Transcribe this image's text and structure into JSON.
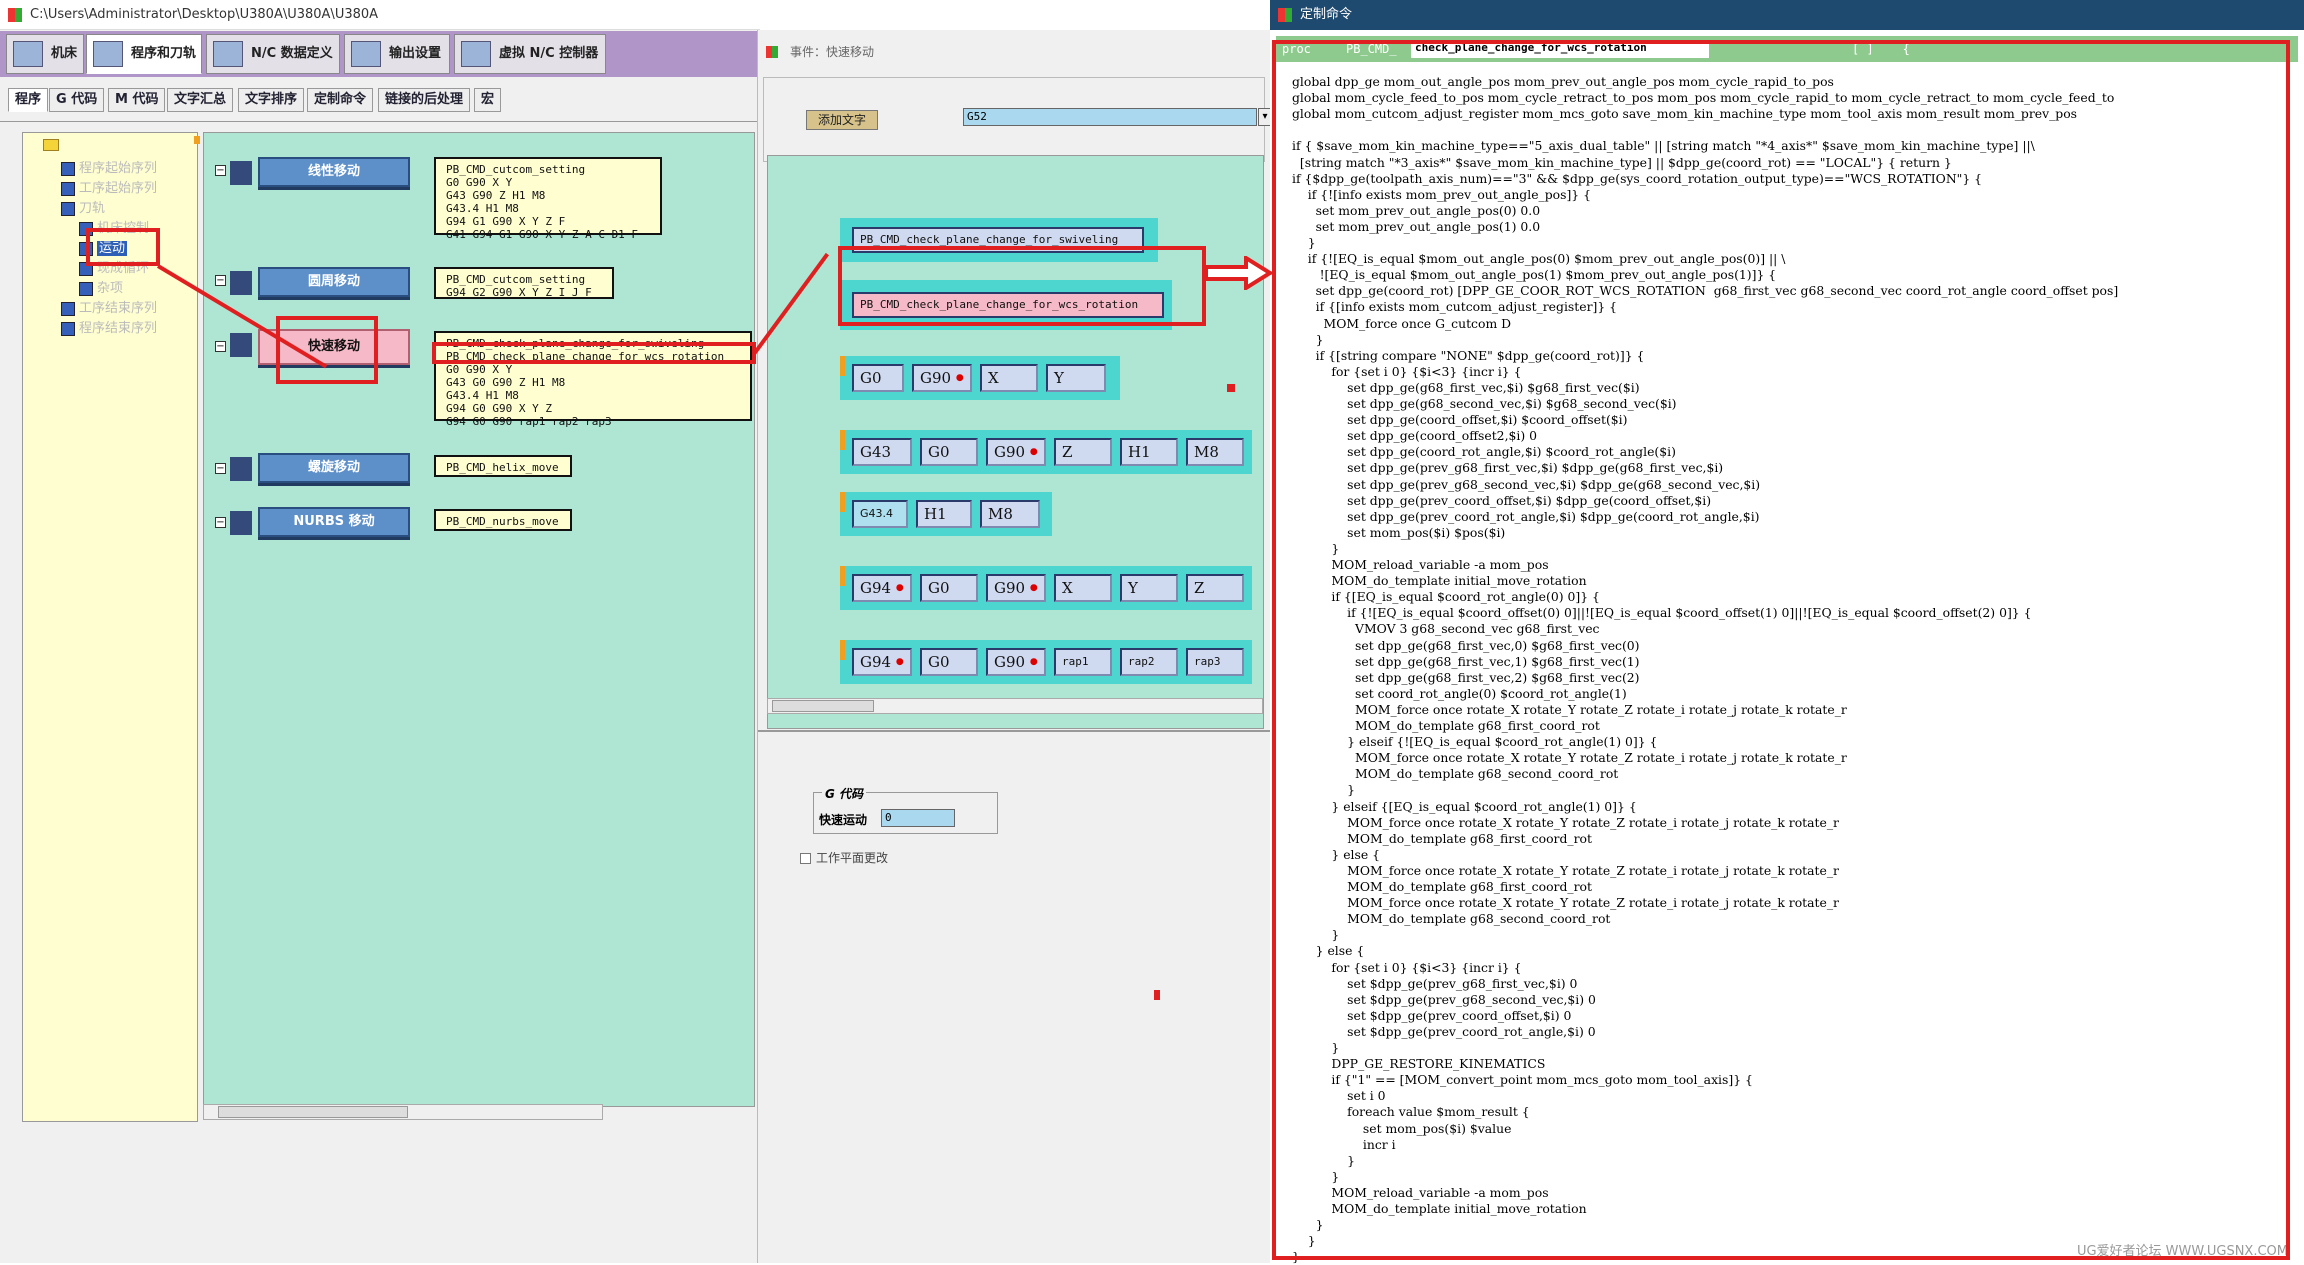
{
  "left": {
    "title": "C:\\Users\\Administrator\\Desktop\\U380A\\U380A\\U380A",
    "main_tabs": [
      {
        "label": "机床"
      },
      {
        "label": "程序和刀轨"
      },
      {
        "label": "N/C 数据定义"
      },
      {
        "label": "输出设置"
      },
      {
        "label": "虚拟 N/C 控制器"
      }
    ],
    "sub_tabs": [
      {
        "label": "程序"
      },
      {
        "label": "G 代码"
      },
      {
        "label": "M 代码"
      },
      {
        "label": "文字汇总"
      },
      {
        "label": "文字排序"
      },
      {
        "label": "定制命令"
      },
      {
        "label": "链接的后处理"
      },
      {
        "label": "宏"
      }
    ],
    "tree": [
      {
        "label": "程序起始序列"
      },
      {
        "label": "工序起始序列"
      },
      {
        "label": "刀轨"
      },
      {
        "label": "机床控制"
      },
      {
        "label": "运动"
      },
      {
        "label": "现成循环"
      },
      {
        "label": "杂项"
      },
      {
        "label": "工序结束序列"
      },
      {
        "label": "程序结束序列"
      }
    ],
    "events": [
      {
        "label": "线性移动",
        "template": "PB_CMD_cutcom_setting\nG0 G90 X Y\nG43 G90 Z H1 M8\nG43.4 H1 M8\nG94 G1 G90 X Y Z F\nG41 G94 G1 G90 X Y Z A C D1 F"
      },
      {
        "label": "圆周移动",
        "template": "PB_CMD_cutcom_setting\nG94 G2 G90 X Y Z I J F"
      },
      {
        "label": "快速移动",
        "template": "PB_CMD_check_plane_change_for_swiveling\nPB_CMD_check_plane_change_for_wcs_rotation\nG0 G90 X Y\nG43 G0 G90 Z H1 M8\nG43.4 H1 M8\nG94 G0 G90 X Y Z\nG94 G0 G90 rap1 rap2 rap3"
      },
      {
        "label": "螺旋移动",
        "template": "PB_CMD_helix_move"
      },
      {
        "label": "NURBS 移动",
        "template": "PB_CMD_nurbs_move"
      }
    ]
  },
  "mid": {
    "title": "事件：快速移动",
    "add_text_label": "添加文字",
    "cmd_input_value": "G52",
    "blocks": [
      [
        "PB_CMD_check_plane_change_for_swiveling"
      ],
      [
        "PB_CMD_check_plane_change_for_wcs_rotation"
      ],
      [
        "G0",
        "G90",
        "X",
        "Y"
      ],
      [
        "G43",
        "G0",
        "G90",
        "Z",
        "H1",
        "M8"
      ],
      [
        "G43.4",
        "H1",
        "M8"
      ],
      [
        "G94",
        "G0",
        "G90",
        "X",
        "Y",
        "Z"
      ],
      [
        "G94",
        "G0",
        "G90",
        "rap1",
        "rap2",
        "rap3"
      ]
    ],
    "group_title": "G 代码",
    "rapid_label": "快速运动",
    "rapid_value": "0",
    "workplane_label": "工作平面更改"
  },
  "right": {
    "title": "定制命令",
    "proc_keyword": "proc",
    "proc_prefix": "PB_CMD_",
    "proc_name": "check_plane_change_for_wcs_rotation",
    "proc_suffix": "[ ]    {",
    "watermark": "UG爱好者论坛 WWW.UGSNX.COM",
    "code_lines": [
      "global dpp_ge mom_out_angle_pos mom_prev_out_angle_pos mom_cycle_rapid_to_pos",
      "global mom_cycle_feed_to_pos mom_cycle_retract_to_pos mom_pos mom_cycle_rapid_to mom_cycle_retract_to mom_cycle_feed_to",
      "global mom_cutcom_adjust_register mom_mcs_goto save_mom_kin_machine_type mom_tool_axis mom_result mom_prev_pos",
      "",
      "if { $save_mom_kin_machine_type==\"5_axis_dual_table\" || [string match \"*4_axis*\" $save_mom_kin_machine_type] ||\\",
      "  [string match \"*3_axis*\" $save_mom_kin_machine_type] || $dpp_ge(coord_rot) == \"LOCAL\"} { return }",
      "if {$dpp_ge(toolpath_axis_num)==\"3\" && $dpp_ge(sys_coord_rotation_output_type)==\"WCS_ROTATION\"} {",
      "    if {![info exists mom_prev_out_angle_pos]} {",
      "      set mom_prev_out_angle_pos(0) 0.0",
      "      set mom_prev_out_angle_pos(1) 0.0",
      "    }",
      "    if {![EQ_is_equal $mom_out_angle_pos(0) $mom_prev_out_angle_pos(0)] || \\",
      "       ![EQ_is_equal $mom_out_angle_pos(1) $mom_prev_out_angle_pos(1)]} {",
      "      set dpp_ge(coord_rot) [DPP_GE_COOR_ROT_WCS_ROTATION  g68_first_vec g68_second_vec coord_rot_angle coord_offset pos]",
      "      if {[info exists mom_cutcom_adjust_register]} {",
      "        MOM_force once G_cutcom D",
      "      }",
      "      if {[string compare \"NONE\" $dpp_ge(coord_rot)]} {",
      "          for {set i 0} {$i<3} {incr i} {",
      "              set dpp_ge(g68_first_vec,$i) $g68_first_vec($i)",
      "              set dpp_ge(g68_second_vec,$i) $g68_second_vec($i)",
      "              set dpp_ge(coord_offset,$i) $coord_offset($i)",
      "              set dpp_ge(coord_offset2,$i) 0",
      "              set dpp_ge(coord_rot_angle,$i) $coord_rot_angle($i)",
      "              set dpp_ge(prev_g68_first_vec,$i) $dpp_ge(g68_first_vec,$i)",
      "              set dpp_ge(prev_g68_second_vec,$i) $dpp_ge(g68_second_vec,$i)",
      "              set dpp_ge(prev_coord_offset,$i) $dpp_ge(coord_offset,$i)",
      "              set dpp_ge(prev_coord_rot_angle,$i) $dpp_ge(coord_rot_angle,$i)",
      "              set mom_pos($i) $pos($i)",
      "          }",
      "          MOM_reload_variable -a mom_pos",
      "          MOM_do_template initial_move_rotation",
      "          if {[EQ_is_equal $coord_rot_angle(0) 0]} {",
      "              if {![EQ_is_equal $coord_offset(0) 0]||![EQ_is_equal $coord_offset(1) 0]||![EQ_is_equal $coord_offset(2) 0]} {",
      "                VMOV 3 g68_second_vec g68_first_vec",
      "                set dpp_ge(g68_first_vec,0) $g68_first_vec(0)",
      "                set dpp_ge(g68_first_vec,1) $g68_first_vec(1)",
      "                set dpp_ge(g68_first_vec,2) $g68_first_vec(2)",
      "                set coord_rot_angle(0) $coord_rot_angle(1)",
      "                MOM_force once rotate_X rotate_Y rotate_Z rotate_i rotate_j rotate_k rotate_r",
      "                MOM_do_template g68_first_coord_rot",
      "              } elseif {![EQ_is_equal $coord_rot_angle(1) 0]} {",
      "                MOM_force once rotate_X rotate_Y rotate_Z rotate_i rotate_j rotate_k rotate_r",
      "                MOM_do_template g68_second_coord_rot",
      "              }",
      "          } elseif {[EQ_is_equal $coord_rot_angle(1) 0]} {",
      "              MOM_force once rotate_X rotate_Y rotate_Z rotate_i rotate_j rotate_k rotate_r",
      "              MOM_do_template g68_first_coord_rot",
      "          } else {",
      "              MOM_force once rotate_X rotate_Y rotate_Z rotate_i rotate_j rotate_k rotate_r",
      "              MOM_do_template g68_first_coord_rot",
      "              MOM_force once rotate_X rotate_Y rotate_Z rotate_i rotate_j rotate_k rotate_r",
      "              MOM_do_template g68_second_coord_rot",
      "          }",
      "      } else {",
      "          for {set i 0} {$i<3} {incr i} {",
      "              set $dpp_ge(prev_g68_first_vec,$i) 0",
      "              set $dpp_ge(prev_g68_second_vec,$i) 0",
      "              set $dpp_ge(prev_coord_offset,$i) 0",
      "              set $dpp_ge(prev_coord_rot_angle,$i) 0",
      "          }",
      "          DPP_GE_RESTORE_KINEMATICS",
      "          if {\"1\" == [MOM_convert_point mom_mcs_goto mom_tool_axis]} {",
      "              set i 0",
      "              foreach value $mom_result {",
      "                  set mom_pos($i) $value",
      "                  incr i",
      "              }",
      "          }",
      "          MOM_reload_variable -a mom_pos",
      "          MOM_do_template initial_move_rotation",
      "      }",
      "    }",
      "}"
    ]
  }
}
